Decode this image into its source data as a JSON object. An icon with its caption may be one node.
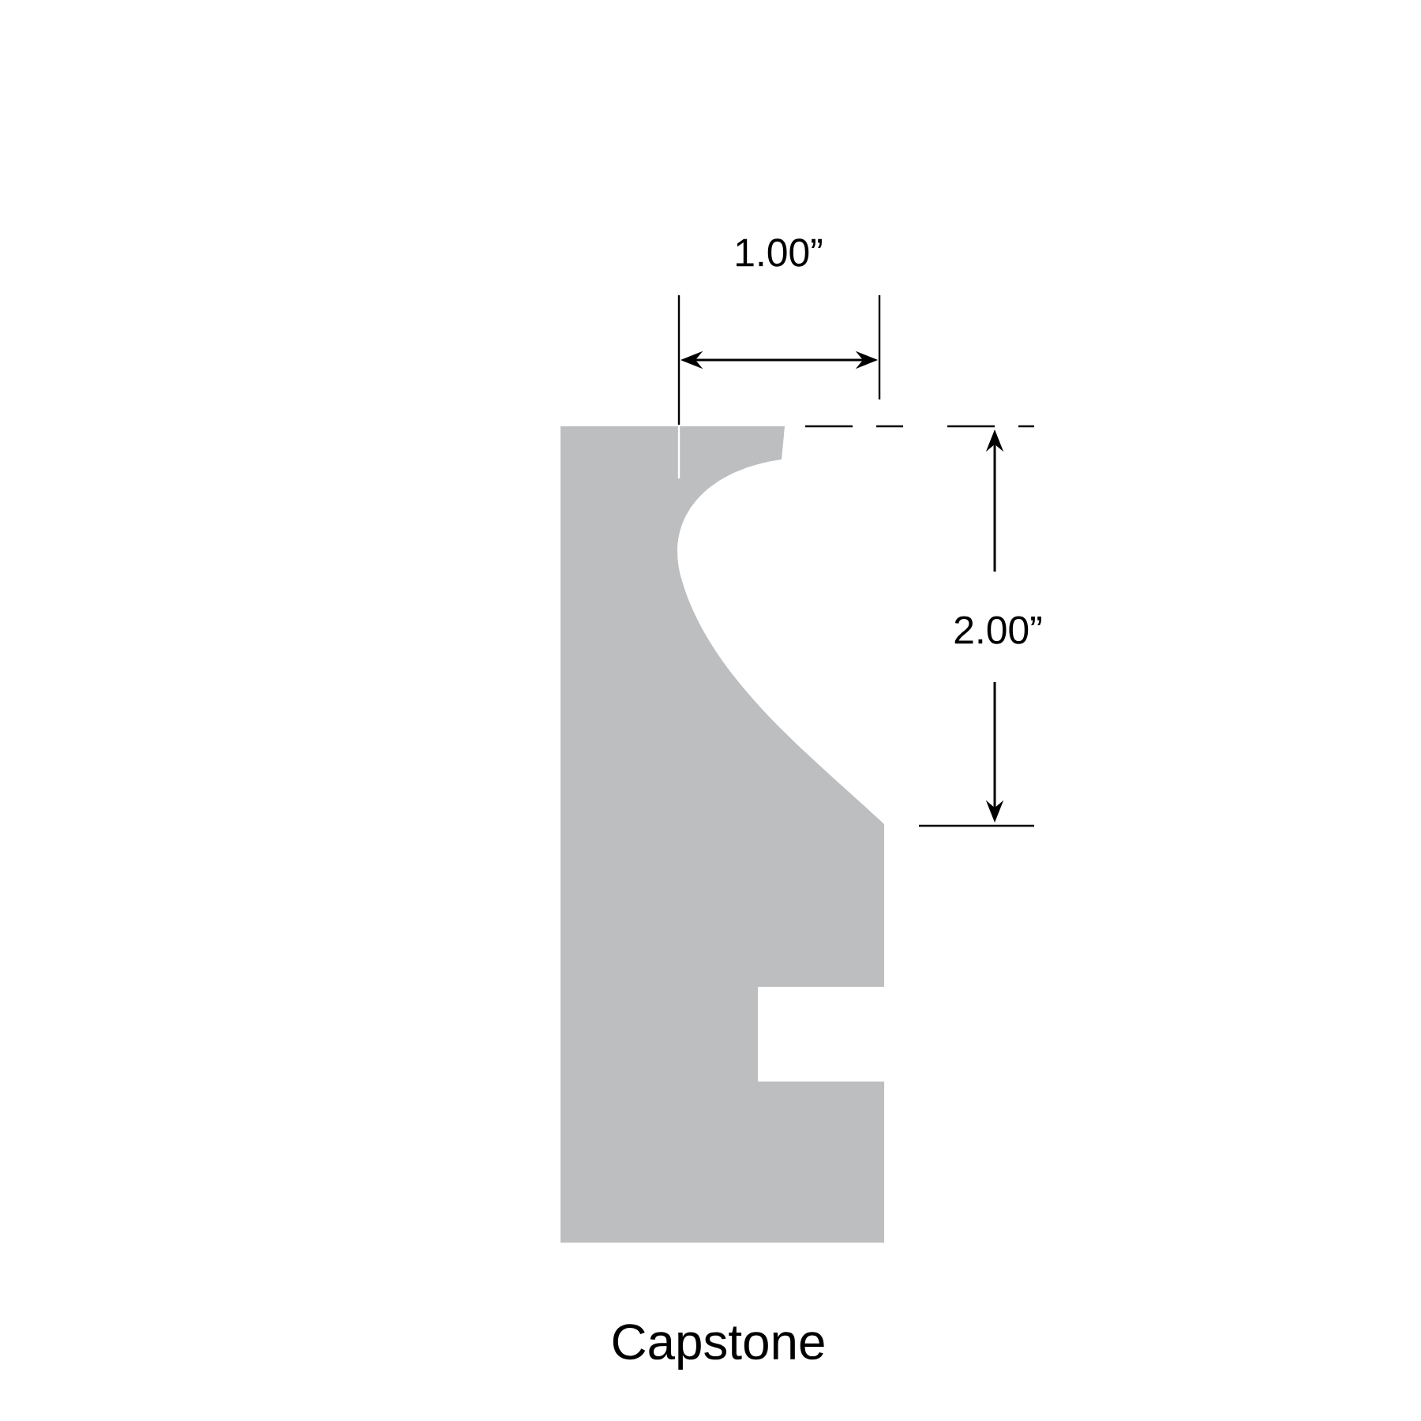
{
  "diagram": {
    "caption": "Capstone",
    "labels": [
      "1.00”",
      "2.00”"
    ]
  }
}
